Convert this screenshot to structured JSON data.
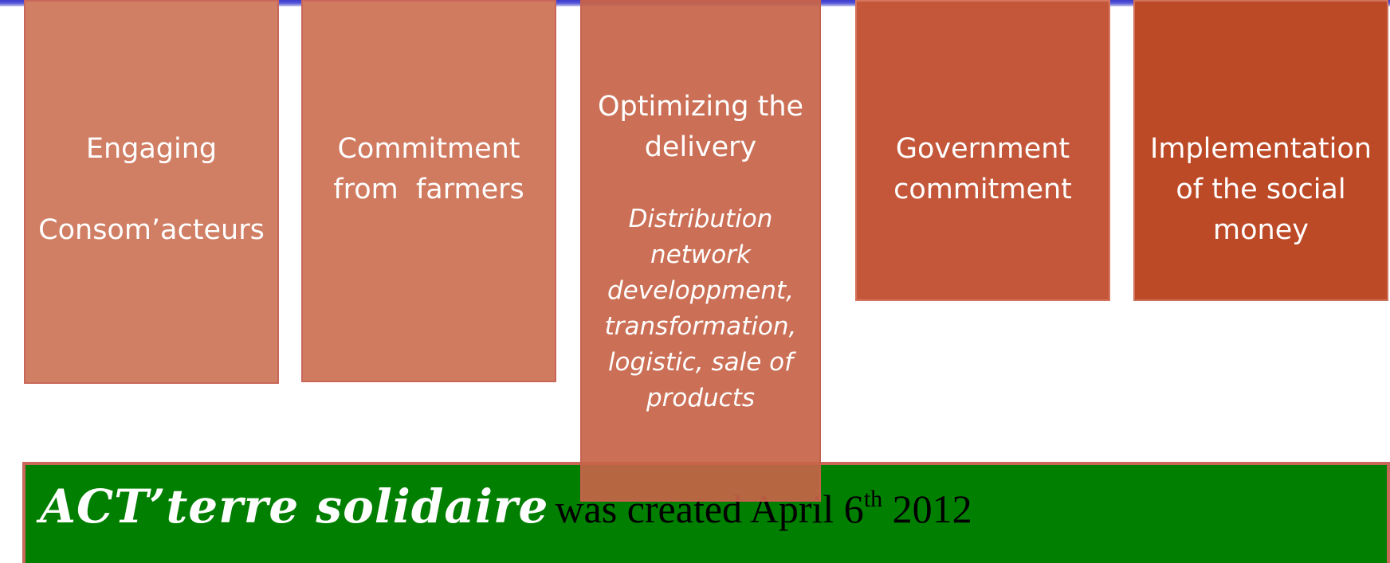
{
  "boxes": [
    {
      "lines": [
        "Engaging",
        "",
        "Consom’acteurs"
      ]
    },
    {
      "lines": [
        "Commitment",
        "from  farmers"
      ]
    },
    {
      "lines": [
        "Optimizing the",
        "delivery"
      ],
      "italic_lines": [
        "Distribution",
        "network",
        "developpment,",
        "transformation,",
        "logistic, sale of",
        "products"
      ]
    },
    {
      "lines": [
        "Government",
        "commitment"
      ]
    },
    {
      "lines": [
        "Implementation",
        "of the social",
        "money"
      ]
    }
  ],
  "banner": {
    "brand": "ACT’terre solidaire",
    "text_before": "was created April 6",
    "superscript": "th",
    "text_after": " 2012"
  },
  "colors": {
    "top_bar": "#3a3acc",
    "box_1": "#d07e64",
    "box_2": "#d07a5f",
    "box_3": "#c76448",
    "box_4": "#c4573a",
    "box_5": "#bd4a27",
    "banner": "#007f00"
  }
}
